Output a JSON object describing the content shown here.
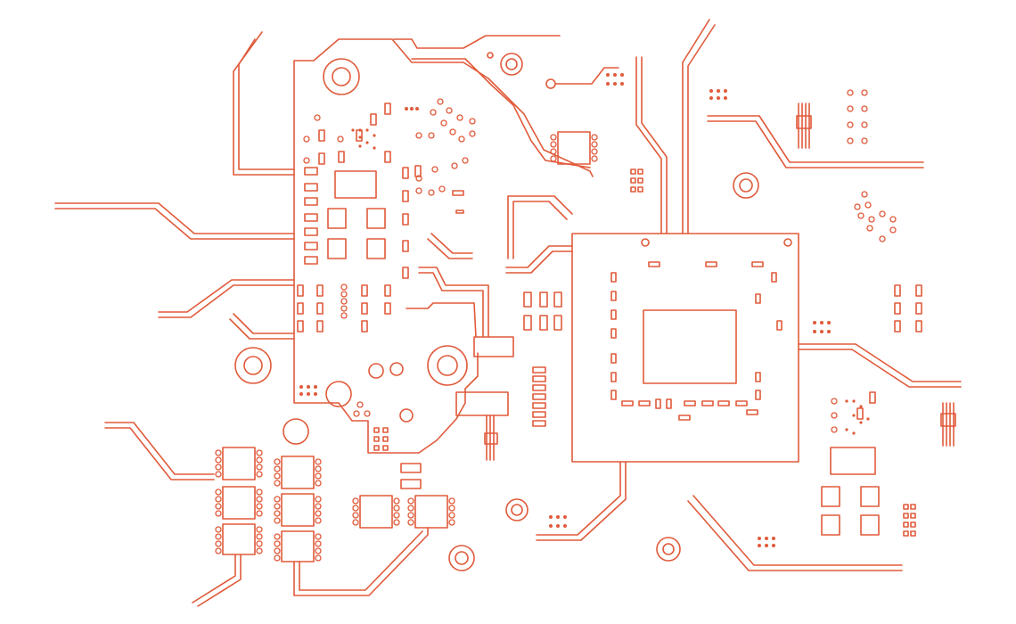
{
  "illustration": {
    "subject": "printed-circuit-board-line-art",
    "colors": {
      "line": "#e05a3a",
      "background": "#ffffff"
    },
    "components": {
      "main_processor_chip": "chip-outline",
      "board_outline": "irregular-pcb-shape",
      "traces": "parallel-double-lines",
      "vias": "small-circles",
      "small_ic_packages": "soic-8-packages",
      "header_connectors": "pin-headers",
      "smd_pads": "rectangular-pads"
    }
  }
}
